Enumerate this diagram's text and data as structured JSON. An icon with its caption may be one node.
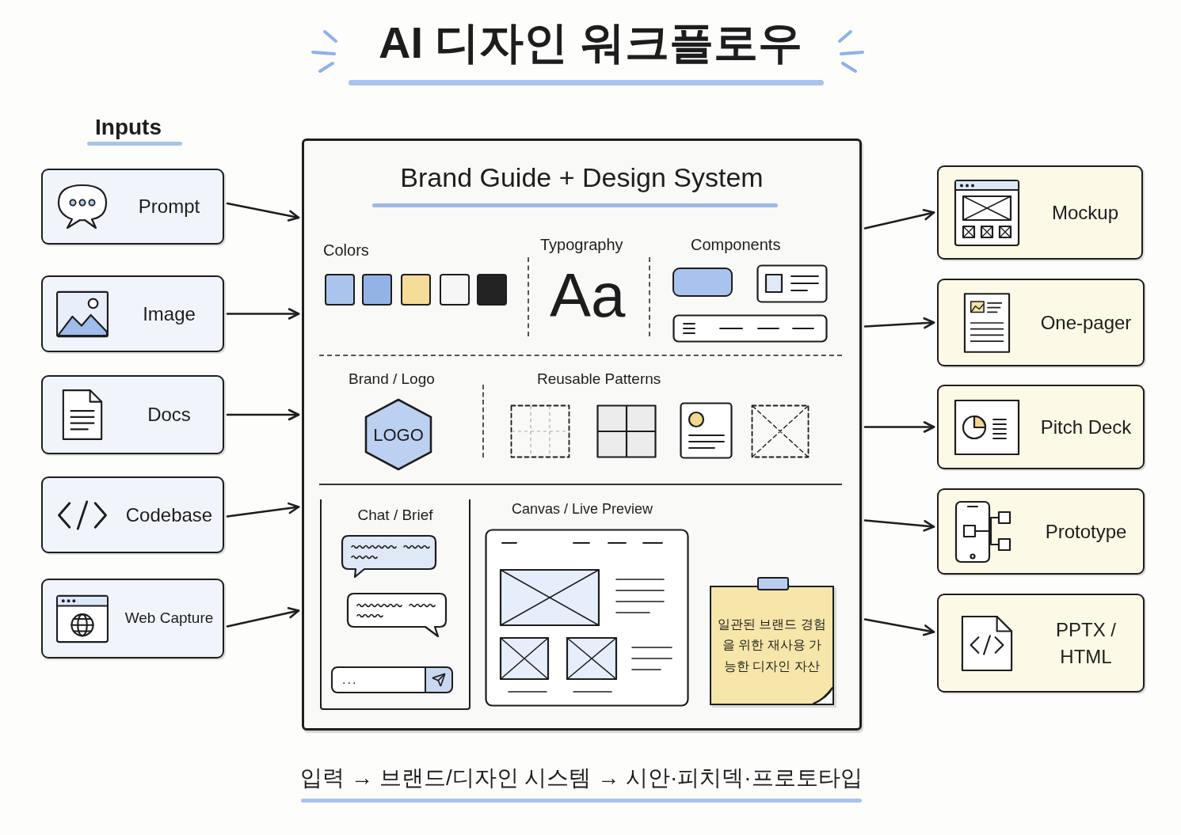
{
  "diagram": {
    "title": "AI 디자인 워크플로우",
    "caption": "입력 → 브랜드/디자인 시스템 → 시안·피치덱·프로토타입",
    "nodes": [
      {
        "text": [
          "Prompt"
        ]
      },
      {
        "text": [
          "Image"
        ]
      },
      {
        "text": [
          "Docs"
        ]
      },
      {
        "text": [
          "Codebase"
        ]
      },
      {
        "text": [
          "Web Capture"
        ]
      },
      {
        "text": [
          "Brand Guide + Design System"
        ]
      },
      {
        "text": [
          "LOGO"
        ],
        "in": 5
      },
      {
        "text": [
          "Chat / Brief"
        ],
        "in": 5
      },
      {
        "text": [
          "일관된 브랜드 경험을 위한 재사용 가능한 디자인 자산"
        ],
        "in": 5
      },
      {
        "text": [
          "Mockup"
        ]
      },
      {
        "text": [
          "One-pager"
        ]
      },
      {
        "text": [
          "Pitch Deck"
        ]
      },
      {
        "text": [
          "Prototype"
        ]
      },
      {
        "text": [
          "PPTX / HTML"
        ]
      }
    ],
    "edges": [
      {
        "from": 0,
        "to": 5,
        "arrow": "to"
      },
      {
        "from": 1,
        "to": 5,
        "arrow": "to"
      },
      {
        "from": 2,
        "to": 5,
        "arrow": "to"
      },
      {
        "from": 3,
        "to": 5,
        "arrow": "to"
      },
      {
        "from": 4,
        "to": 5,
        "arrow": "to"
      },
      {
        "from": 5,
        "to": 9,
        "arrow": "to"
      },
      {
        "from": 5,
        "to": 10,
        "arrow": "to"
      },
      {
        "from": 5,
        "to": 11,
        "arrow": "to"
      },
      {
        "from": 5,
        "to": 12,
        "arrow": "to"
      },
      {
        "from": 5,
        "to": 13,
        "arrow": "to"
      }
    ],
    "labels": [
      "Inputs",
      "Colors",
      "Typography",
      "Aa",
      "Components",
      "Brand / Logo",
      "Reusable Patterns",
      "Canvas / Live Preview",
      "..."
    ]
  }
}
